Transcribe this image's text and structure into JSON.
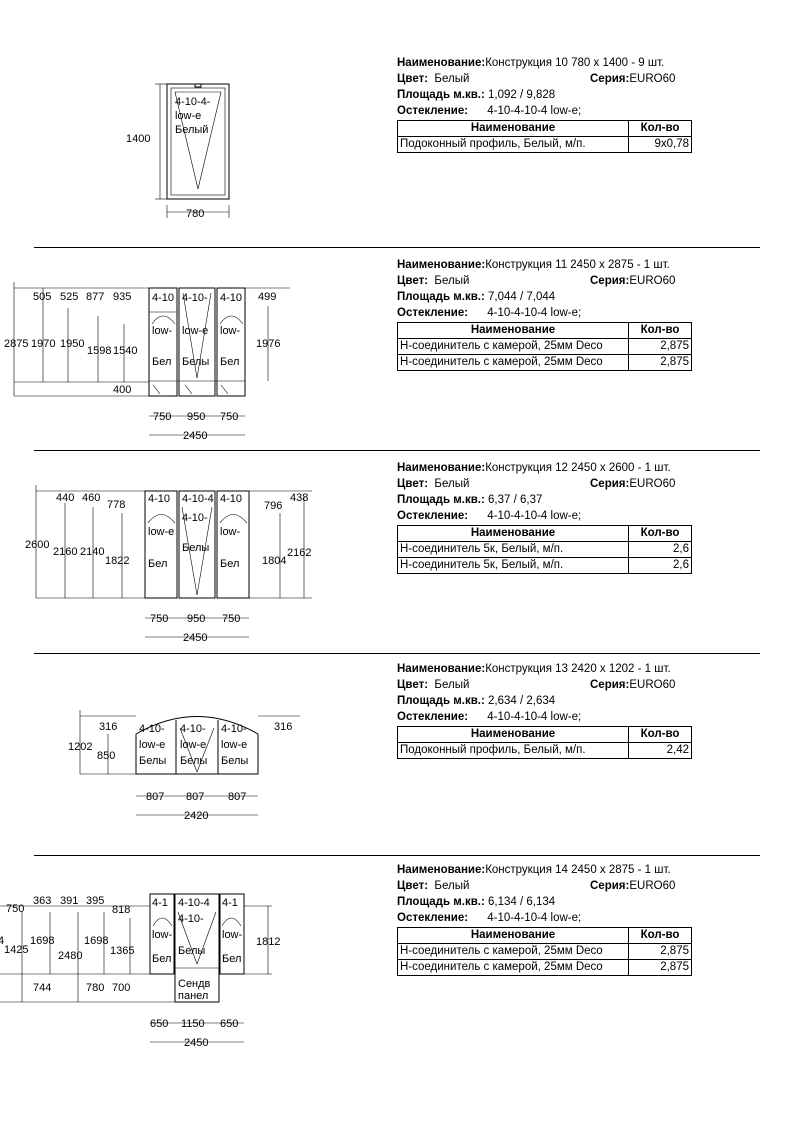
{
  "constructions": [
    {
      "name_label": "Наименование:",
      "name": "Конструкция 10 780 x 1400 - 9 шт.",
      "color_label": "Цвет:",
      "color": "Белый",
      "series_label": "Серия:",
      "series": "EURO60",
      "area_label": "Площадь м.кв.:",
      "area": "1,092 / 9,828",
      "glazing_label": "Остекление:",
      "glazing": "4-10-4-10-4 low-e;",
      "table_headers": [
        "Наименование",
        "Кол-во"
      ],
      "rows": [
        {
          "item": "Подоконный профиль, Белый, м/п.",
          "qty": "9x0,78"
        }
      ],
      "dims": {
        "height": "1400",
        "width": "780"
      },
      "pane_labels": [
        "4-10-4-",
        "low-e",
        "Белый"
      ]
    },
    {
      "name_label": "Наименование:",
      "name": "Конструкция 11 2450 x 2875 - 1 шт.",
      "color_label": "Цвет:",
      "color": "Белый",
      "series_label": "Серия:",
      "series": "EURO60",
      "area_label": "Площадь м.кв.:",
      "area": "7,044 / 7,044",
      "glazing_label": "Остекление:",
      "glazing": "4-10-4-10-4 low-e;",
      "table_headers": [
        "Наименование",
        "Кол-во"
      ],
      "rows": [
        {
          "item": "Н-соединитель с камерой, 25мм Deco",
          "qty": "2,875"
        },
        {
          "item": "Н-соединитель с камерой, 25мм Deco",
          "qty": "2,875"
        }
      ],
      "dims": {
        "top": [
          "505",
          "525",
          "877",
          "935",
          "499"
        ],
        "left": [
          "2875",
          "1970",
          "1950",
          "1598",
          "1540"
        ],
        "right": "1976",
        "mid": "400",
        "bottom": [
          "750",
          "950",
          "750"
        ],
        "total": "2450"
      },
      "pane_labels": [
        "4-10",
        "4-10-",
        "4-10",
        "low-",
        "low-e",
        "low-",
        "Бел",
        "Белы",
        "Бел"
      ]
    },
    {
      "name_label": "Наименование:",
      "name": "Конструкция 12 2450 x 2600 - 1 шт.",
      "color_label": "Цвет:",
      "color": "Белый",
      "series_label": "Серия:",
      "series": "EURO60",
      "area_label": "Площадь м.кв.:",
      "area": "6,37 / 6,37",
      "glazing_label": "Остекление:",
      "glazing": "4-10-4-10-4 low-e;",
      "table_headers": [
        "Наименование",
        "Кол-во"
      ],
      "rows": [
        {
          "item": "Н-соединитель 5к, Белый, м/п.",
          "qty": "2,6"
        },
        {
          "item": "Н-соединитель 5к, Белый, м/п.",
          "qty": "2,6"
        }
      ],
      "dims": {
        "top": [
          "440",
          "460",
          "778",
          "796",
          "438"
        ],
        "left": [
          "2600",
          "2160",
          "2140",
          "1822"
        ],
        "right": [
          "1804",
          "2162"
        ],
        "bottom": [
          "750",
          "950",
          "750"
        ],
        "total": "2450"
      },
      "pane_labels": [
        "4-10",
        "4-10-4",
        "4-10",
        "low-e",
        "4-10-",
        "low-",
        "Белы",
        "Бел",
        "Бел"
      ]
    },
    {
      "name_label": "Наименование:",
      "name": "Конструкция 13 2420 x 1202 - 1 шт.",
      "color_label": "Цвет:",
      "color": "Белый",
      "series_label": "Серия:",
      "series": "EURO60",
      "area_label": "Площадь м.кв.:",
      "area": "2,634 / 2,634",
      "glazing_label": "Остекление:",
      "glazing": "4-10-4-10-4 low-e;",
      "table_headers": [
        "Наименование",
        "Кол-во"
      ],
      "rows": [
        {
          "item": "Подоконный профиль, Белый, м/п.",
          "qty": "2,42"
        }
      ],
      "dims": {
        "top": [
          "316",
          "316"
        ],
        "left": [
          "1202",
          "850"
        ],
        "bottom": [
          "807",
          "807",
          "807"
        ],
        "total": "2420"
      },
      "pane_labels": [
        "4-10-",
        "4-10-",
        "4-10-",
        "low-e",
        "low-e",
        "low-e",
        "Белы",
        "Белы",
        "Белы"
      ]
    },
    {
      "name_label": "Наименование:",
      "name": "Конструкция 14 2450 x 2875 - 1 шт.",
      "color_label": "Цвет:",
      "color": "Белый",
      "series_label": "Серия:",
      "series": "EURO60",
      "area_label": "Площадь м.кв.:",
      "area": "6,134 / 6,134",
      "glazing_label": "Остекление:",
      "glazing": "4-10-4-10-4 low-e;",
      "table_headers": [
        "Наименование",
        "Кол-во"
      ],
      "rows": [
        {
          "item": "Н-соединитель с камерой, 25мм Deco",
          "qty": "2,875"
        },
        {
          "item": "Н-соединитель с камерой, 25мм Deco",
          "qty": "2,875"
        }
      ],
      "dims": {
        "top": [
          "750",
          "363",
          "391",
          "395",
          "818"
        ],
        "left": [
          "4",
          "1425",
          "1698",
          "2480",
          "1698",
          "1365"
        ],
        "right": "1812",
        "mid": [
          "744",
          "780",
          "700"
        ],
        "bottom": [
          "650",
          "1150",
          "650"
        ],
        "total": "2450"
      },
      "pane_labels": [
        "4-1",
        "4-10-4",
        "4-1",
        "low-",
        "4-10-",
        "low-",
        "Бел",
        "Белы",
        "Бел",
        "Сендв",
        "панел"
      ]
    }
  ]
}
